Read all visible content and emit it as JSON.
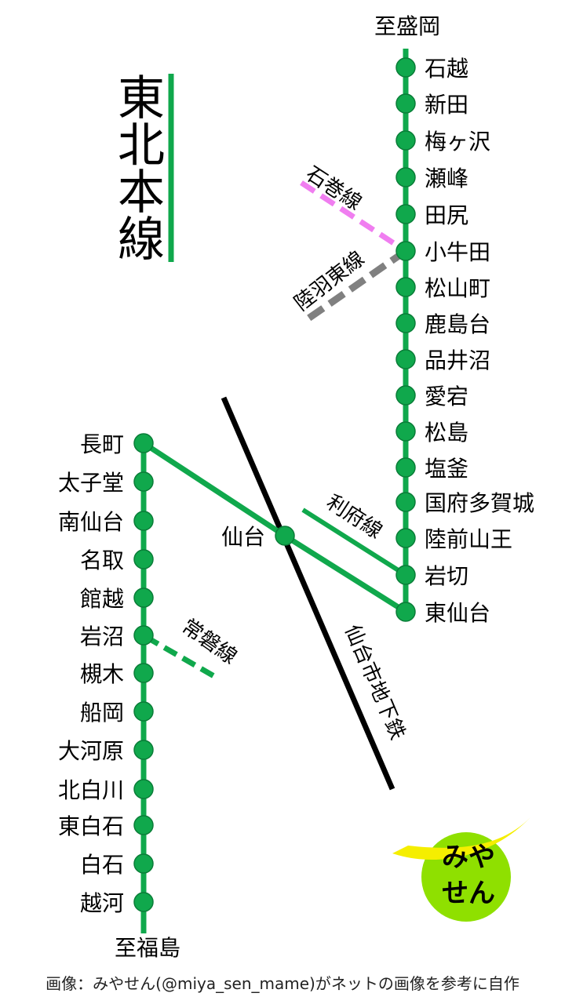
{
  "title": [
    "東",
    "北",
    "本",
    "線"
  ],
  "north_terminus": "至盛岡",
  "south_terminus": "至福島",
  "right_stations": [
    "石越",
    "新田",
    "梅ヶ沢",
    "瀬峰",
    "田尻",
    "小牛田",
    "松山町",
    "鹿島台",
    "品井沼",
    "愛宕",
    "松島",
    "塩釜",
    "国府多賀城",
    "陸前山王",
    "岩切",
    "東仙台"
  ],
  "left_stations": [
    "長町",
    "太子堂",
    "南仙台",
    "名取",
    "館越",
    "岩沼",
    "槻木",
    "船岡",
    "大河原",
    "北白川",
    "東白石",
    "白石",
    "越河"
  ],
  "hub_station": "仙台",
  "branch_lines": {
    "ishinomaki": "石巻線",
    "rikuu_east": "陸羽東線",
    "rifu": "利府線",
    "joban": "常磐線",
    "subway": "仙台市地下鉄"
  },
  "logo_text": [
    "みや",
    "せん"
  ],
  "credit": "画像：みやせん(@miya_sen_mame)がネットの画像を参考に自作",
  "colors": {
    "line": "#10a84c",
    "ishinomaki": "#f07ef0",
    "rikuu_east": "#808080",
    "subway": "#000000",
    "logo_ball": "#8fe000",
    "logo_wing": "#f5ee00"
  }
}
